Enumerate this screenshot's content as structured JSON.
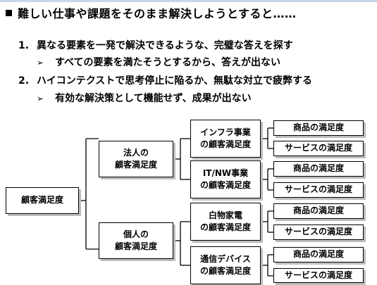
{
  "title": "難しい仕事や課題をそのまま解決しようとすると……",
  "list": [
    {
      "num": "1.",
      "text": "異なる要素を一発で解決できるような、完璧な答えを探す"
    },
    {
      "sub": "➢",
      "text": "すべての要素を満たそうとするから、答えが出ない"
    },
    {
      "num": "2.",
      "text": "ハイコンテクストで思考停止に陥るか、無駄な対立で疲弊する"
    },
    {
      "sub": "➢",
      "text": "有効な解決策として機能せず、成果が出ない"
    }
  ],
  "tree": {
    "root": "顧客満足度",
    "level1": [
      {
        "line1": "法人の",
        "line2": "顧客満足度"
      },
      {
        "line1": "個人の",
        "line2": "顧客満足度"
      }
    ],
    "level2": [
      {
        "line1": "インフラ事業",
        "line2": "の顧客満足度"
      },
      {
        "line1": "IT/NW事業",
        "line2": "の顧客満足度"
      },
      {
        "line1": "白物家電",
        "line2": "の顧客満足度"
      },
      {
        "line1": "通信デバイス",
        "line2": "の顧客満足度"
      }
    ],
    "leaves": [
      "商品の満足度",
      "サービスの満足度",
      "商品の満足度",
      "サービスの満足度",
      "商品の満足度",
      "サービスの満足度",
      "商品の満足度",
      "サービスの満足度"
    ]
  }
}
